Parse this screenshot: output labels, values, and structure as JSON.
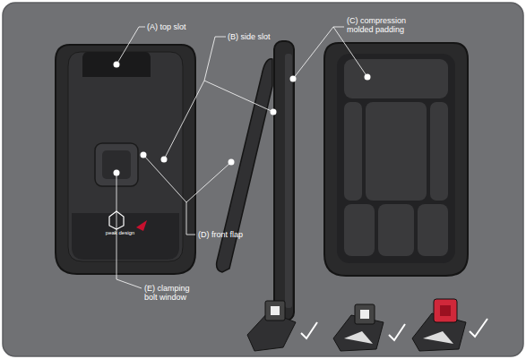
{
  "diagram": {
    "labels": [
      "(A) top slot",
      "(B) side slot",
      "(C) compression molded padding",
      "(D) front flap",
      "(E) clamping bolt window",
      "peak design"
    ]
  }
}
